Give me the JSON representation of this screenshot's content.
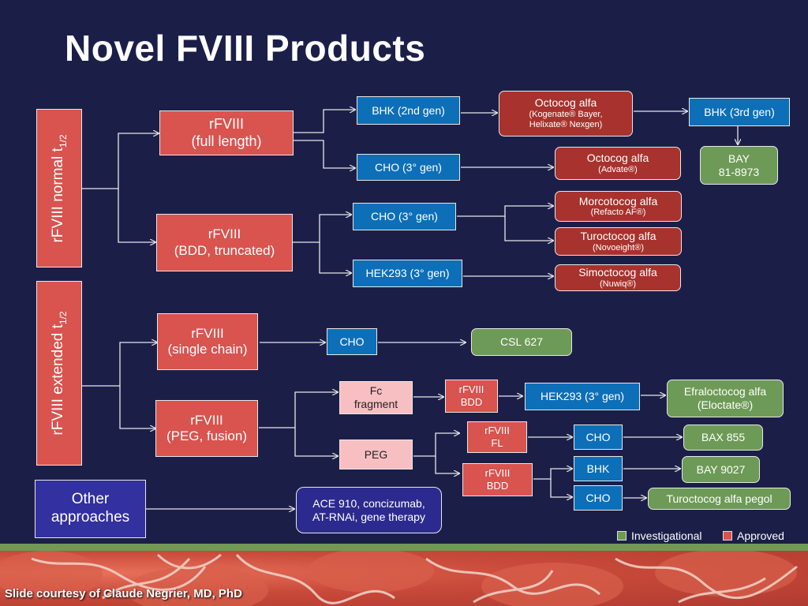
{
  "title": "Novel FVIII Products",
  "side": {
    "normal": {
      "prefix": "rFVIII normal t",
      "sub": "1/2"
    },
    "extended": {
      "prefix": "rFVIII extended t",
      "sub": "1/2"
    },
    "other": {
      "line1": "Other",
      "line2": "approaches"
    }
  },
  "rfviii": {
    "full": {
      "l1": "rFVIII",
      "l2": "(full length)"
    },
    "bdd": {
      "l1": "rFVIII",
      "l2": "(BDD, truncated)"
    },
    "single": {
      "l1": "rFVIII",
      "l2": "(single chain)"
    },
    "peg": {
      "l1": "rFVIII",
      "l2": "(PEG, fusion)"
    }
  },
  "cells": {
    "bhk2": "BHK (2nd gen)",
    "cho3a": "CHO (3° gen)",
    "cho3b": "CHO (3° gen)",
    "hek293a": "HEK293 (3° gen)",
    "cho_single": "CHO",
    "hek293b": "HEK293 (3° gen)",
    "cho_fl": "CHO",
    "bhk_bdd": "BHK",
    "cho_bdd": "CHO",
    "bhk3": "BHK (3rd gen)"
  },
  "products": {
    "octocog1": {
      "name": "Octocog alfa",
      "sub": "(Kogenate® Bayer,",
      "sub2": "Helixate® Nexgen)"
    },
    "octocog2": {
      "name": "Octocog alfa",
      "sub": "(Advate®)"
    },
    "morocto": {
      "name": "Morcotocog alfa",
      "sub": "(Refacto AF®)"
    },
    "turocto": {
      "name": "Turoctocog alfa",
      "sub": "(Novoeight®)"
    },
    "simocto": {
      "name": "Simoctocog alfa",
      "sub": "(Nuwiq®)"
    },
    "bay8973": {
      "l1": "BAY",
      "l2": "81-8973"
    },
    "csl627": "CSL 627",
    "efral": {
      "l1": "Efraloctocog alfa",
      "l2": "(Eloctate®)"
    },
    "bax855": "BAX 855",
    "bay9027": "BAY 9027",
    "turpegol": "Turoctocog alfa pegol"
  },
  "mods": {
    "fc": {
      "l1": "Fc",
      "l2": "fragment"
    },
    "fcbdd": {
      "l1": "rFVIII",
      "l2": "BDD"
    },
    "peg": "PEG",
    "pegfl": {
      "l1": "rFVIII",
      "l2": "FL"
    },
    "pegbdd": {
      "l1": "rFVIII",
      "l2": "BDD"
    }
  },
  "other_result": {
    "l1": "ACE 910, concizumab,",
    "l2": "AT-RNAi, gene therapy"
  },
  "legend": {
    "investigational": "Investigational",
    "approved": "Approved"
  },
  "colors": {
    "investigational": "#6d9a56",
    "approved": "#d9534f",
    "approved_product": "#a8322d",
    "cell_line": "#0d6fb8",
    "background": "#1b1f48"
  },
  "credit": "Slide courtesy of Claude Negrier, MD, PhD"
}
